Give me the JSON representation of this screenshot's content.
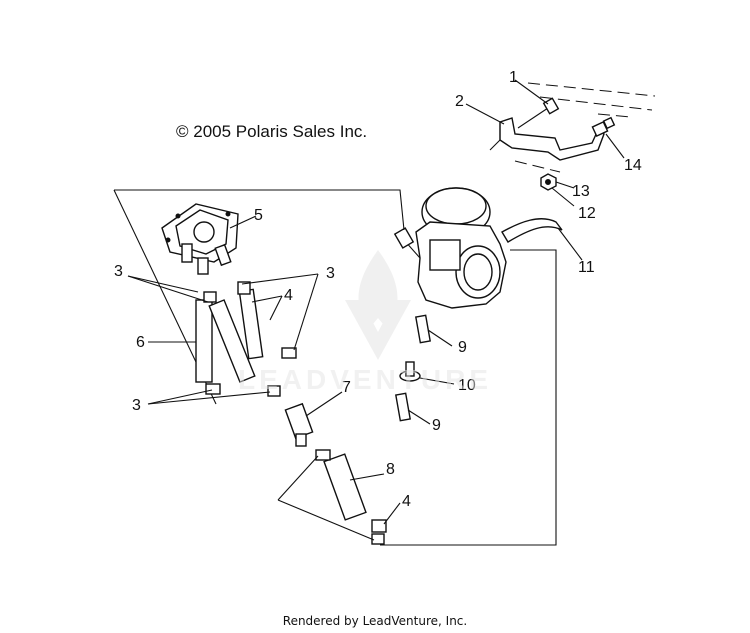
{
  "copyright": "© 2005 Polaris Sales Inc.",
  "footer": "Rendered by LeadVenture, Inc.",
  "watermark": "LEADVENTURE",
  "callouts": {
    "c1": "1",
    "c2": "2",
    "c3a": "3",
    "c3b": "3",
    "c3c": "3",
    "c4a": "4",
    "c4b": "4",
    "c5": "5",
    "c6": "6",
    "c7": "7",
    "c8": "8",
    "c9a": "9",
    "c9b": "9",
    "c10": "10",
    "c11": "11",
    "c12": "12",
    "c13": "13",
    "c14": "14"
  }
}
